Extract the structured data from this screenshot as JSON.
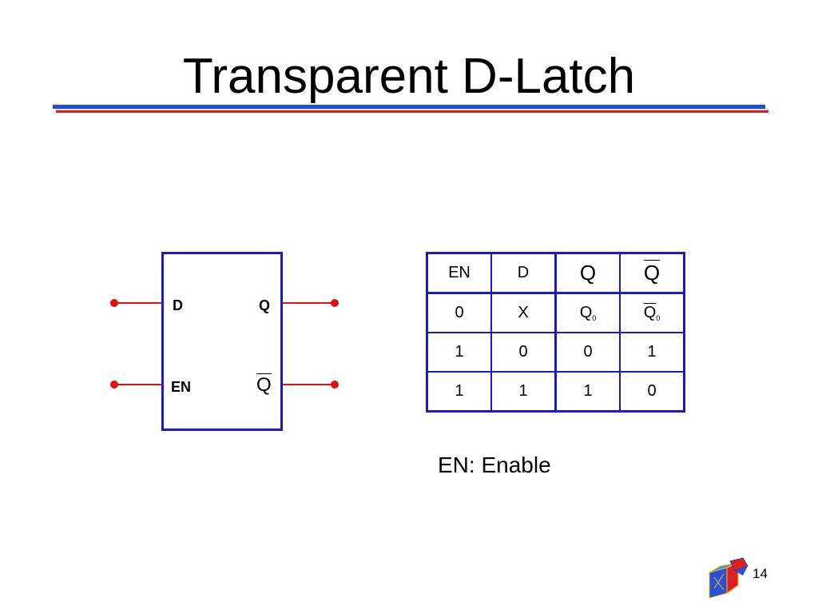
{
  "slide": {
    "title": "Transparent D-Latch",
    "page_number": "14",
    "caption": "EN: Enable"
  },
  "latch": {
    "input_d": "D",
    "input_en": "EN",
    "output_q": "Q",
    "output_qbar": "Q"
  },
  "truth_table": {
    "headers": [
      "EN",
      "D",
      "Q",
      "Q"
    ],
    "rows": [
      [
        "0",
        "X",
        "Q",
        "Q"
      ],
      [
        "1",
        "0",
        "0",
        "1"
      ],
      [
        "1",
        "1",
        "1",
        "0"
      ]
    ],
    "hold_subscript": "0"
  },
  "colors": {
    "frame": "#1a1acc",
    "wire": "#e01010",
    "rule_blue": "#1f4fd0",
    "rule_red": "#e01818"
  }
}
